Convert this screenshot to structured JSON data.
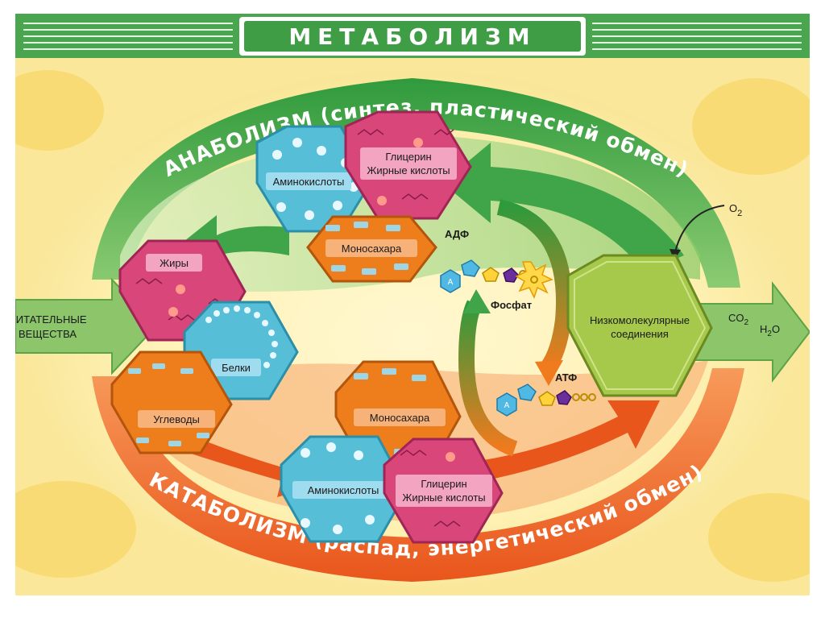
{
  "title": "МЕТАБОЛИЗМ",
  "anabolism_label": "АНАБОЛИЗМ (синтез, пластический обмен)",
  "catabolism_label": "КАТАБОЛИЗМ (распад, энергетический обмен)",
  "input_label": {
    "line1": "ПИТАТЕЛЬНЫЕ",
    "line2": "ВЕЩЕСТВА"
  },
  "output_co2": {
    "base": "CO",
    "sub": "2"
  },
  "output_h2o": {
    "pre": "H",
    "sub": "2",
    "post": "O"
  },
  "oxygen": {
    "base": "O",
    "sub": "2"
  },
  "center_hex": {
    "line1": "Низкомолекулярные",
    "line2": "соединения"
  },
  "nutrients": {
    "fats": "Жиры",
    "proteins": "Белки",
    "carbs": "Углеводы"
  },
  "anabolic_products": {
    "amino_acids": "Аминокислоты",
    "glycerol_line1": "Глицерин",
    "glycerol_line2": "Жирные кислоты",
    "monosaccharides": "Моносахара"
  },
  "catabolic_products": {
    "amino_acids": "Аминокислоты",
    "glycerol_line1": "Глицерин",
    "glycerol_line2": "Жирные кислоты",
    "monosaccharides": "Моносахара"
  },
  "energy": {
    "adp": "АДФ",
    "atp": "АТФ",
    "phosphate": "Фосфат",
    "adenine_letter": "A"
  },
  "colors": {
    "background": "#fbe79a",
    "green": "#3a9e43",
    "light_green": "#a9d88b",
    "orange": "#f0662a",
    "pink": "#d94a7a",
    "cyan": "#58bfd6",
    "orange_hex": "#ee7d1c",
    "lime": "#a6c94b"
  }
}
